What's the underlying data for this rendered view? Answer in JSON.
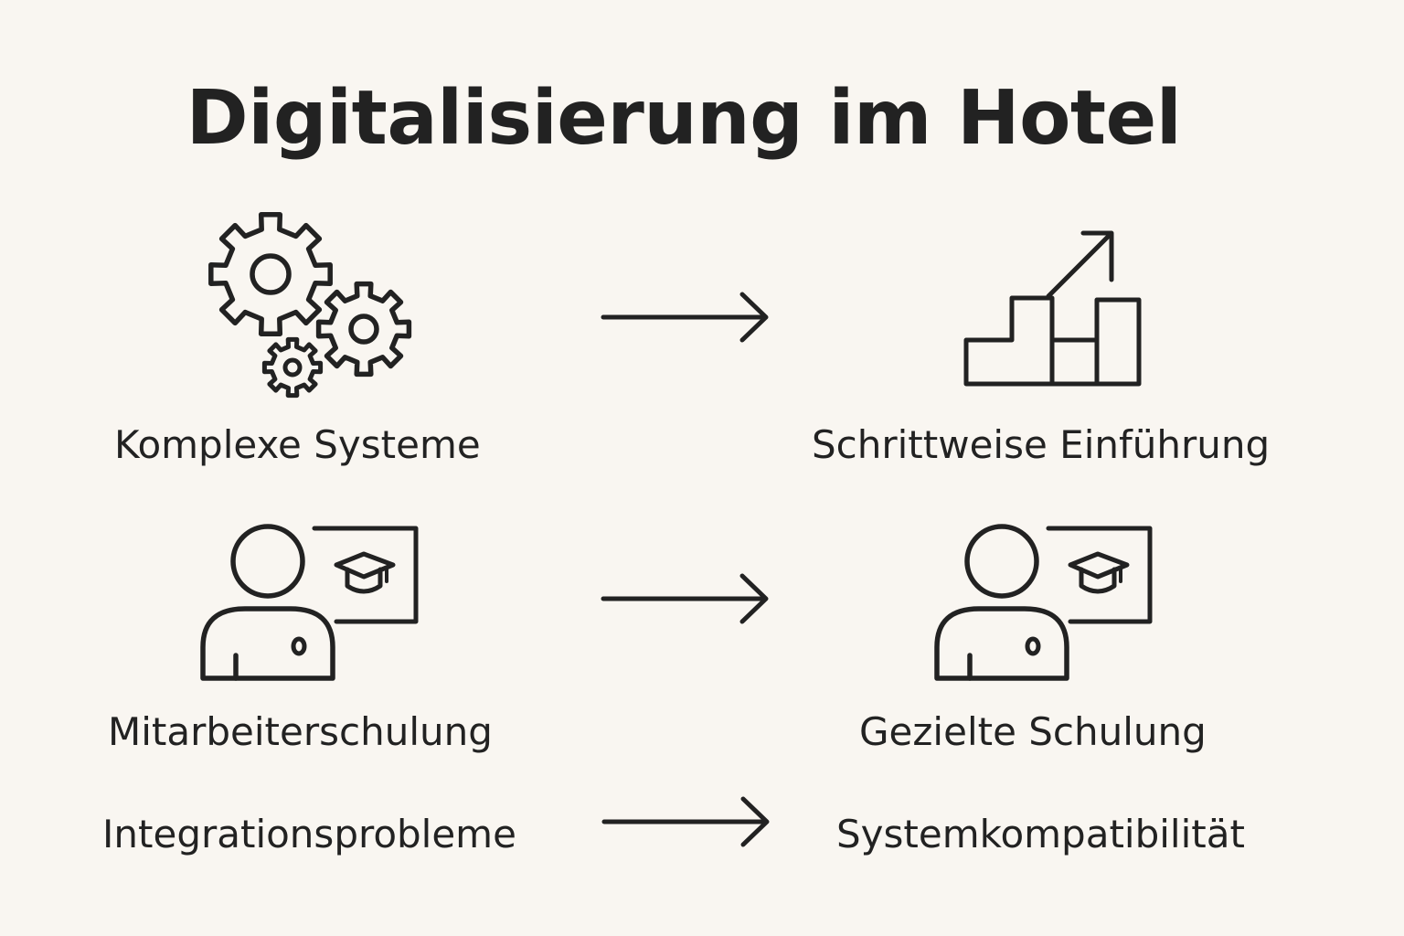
{
  "title": "Digitalisierung im Hotel",
  "rows": [
    {
      "problem": {
        "label": "Komplexe Systeme",
        "icon": "gears-icon"
      },
      "solution": {
        "label": "Schrittweise Einführung",
        "icon": "stairs-arrow-up-icon"
      }
    },
    {
      "problem": {
        "label": "Mitarbeiterschulung",
        "icon": "person-training-icon"
      },
      "solution": {
        "label": "Gezielte Schulung",
        "icon": "person-training-icon"
      }
    },
    {
      "problem": {
        "label": "Integrationsprobleme"
      },
      "solution": {
        "label": "Systemkompatibilität"
      }
    }
  ],
  "colors": {
    "background": "#f9f6f1",
    "ink": "#222222"
  }
}
